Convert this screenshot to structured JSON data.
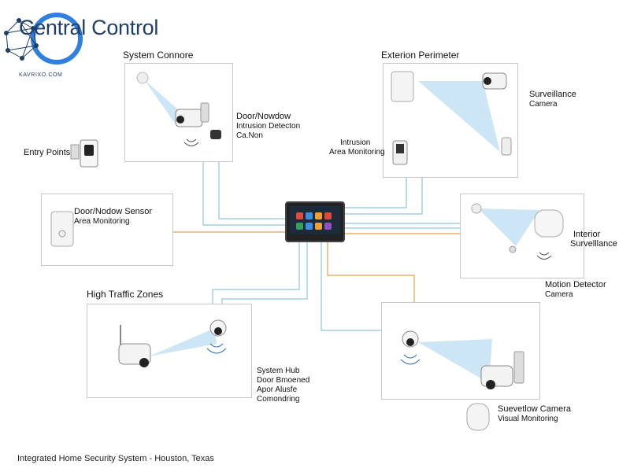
{
  "header": {
    "title": "Central Control",
    "brand": "KAVRIXO.COM"
  },
  "zones": {
    "system_connore": {
      "title": "System Connore",
      "l1": "Door/Nowdow",
      "l2": "Intrusion Detecton",
      "l3": "Ca.Non"
    },
    "exterion": {
      "title": "Exterion Perimeter",
      "l1": "Intrusion",
      "l2": "Area Monitoring",
      "r1": "Surveillance",
      "r2": "Camera"
    },
    "entry": {
      "title": "Entry Points"
    },
    "door_sensor": {
      "l1": "Door/Nodow Sensor",
      "l2": "Area Monitoring"
    },
    "interior": {
      "l1": "Interior",
      "l2": "Survelllance",
      "m1": "Motion Detector",
      "m2": "Camera"
    },
    "high_traffic": {
      "title": "High Traffic Zones",
      "h1": "System Hub",
      "h2": "Door Bmoened",
      "h3": "Apor Alusfe",
      "h4": "Comondring"
    },
    "surveillance_bottom": {
      "l1": "Suevetlow Camera",
      "l2": "Visual Monitoring"
    }
  },
  "footer": {
    "text": "Integrated Home Security System - Houston, Texas"
  },
  "colors": {
    "wire_blue": "#8fc4dc",
    "wire_orange": "#e0a050",
    "beam": "#bfe0f2",
    "title": "#1f3f66"
  }
}
